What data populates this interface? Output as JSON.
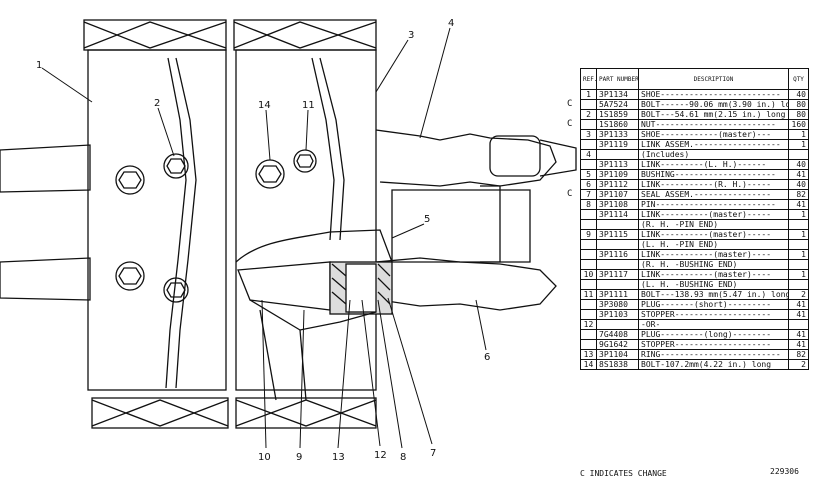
{
  "table": {
    "headers": {
      "ref": "REF. NO.",
      "part": "PART NUMBER",
      "desc": "DESCRIPTION",
      "qty": "QTY"
    },
    "rows": [
      {
        "ref": "1",
        "change": "",
        "part": "3P1134",
        "desc": "SHOE-------------------------",
        "qty": "40"
      },
      {
        "ref": "",
        "change": "C",
        "part": "5A7524",
        "desc": "BOLT------90.06 mm(3.90 in.) long",
        "qty": "80"
      },
      {
        "ref": "2",
        "change": "",
        "part": "1S1859",
        "desc": "BOLT---54.61 mm(2.15 in.) long",
        "qty": "80"
      },
      {
        "ref": "",
        "change": "C",
        "part": "1S1860",
        "desc": "NUT-------------------------",
        "qty": "160"
      },
      {
        "ref": "3",
        "change": "",
        "part": "3P1133",
        "desc": "SHOE------------(master)---",
        "qty": "1"
      },
      {
        "ref": "",
        "change": "",
        "part": "3P1119",
        "desc": "LINK ASSEM.------------------",
        "qty": "1"
      },
      {
        "ref": "4",
        "change": "",
        "part": "",
        "desc": "(Includes)",
        "qty": ""
      },
      {
        "ref": "",
        "change": "",
        "part": "3P1113",
        "desc": "LINK---------(L. H.)------",
        "qty": "40"
      },
      {
        "ref": "5",
        "change": "",
        "part": "3P1109",
        "desc": "BUSHING---------------------",
        "qty": "41"
      },
      {
        "ref": "6",
        "change": "",
        "part": "3P1112",
        "desc": "LINK-----------(R. H.)-----",
        "qty": "40"
      },
      {
        "ref": "7",
        "change": "C",
        "part": "3P1107",
        "desc": "SEAL ASSEM.----------------",
        "qty": "82"
      },
      {
        "ref": "8",
        "change": "",
        "part": "3P1108",
        "desc": "PIN-------------------------",
        "qty": "41"
      },
      {
        "ref": "",
        "change": "",
        "part": "3P1114",
        "desc": "LINK----------(master)-----",
        "qty": "1"
      },
      {
        "ref": "",
        "change": "",
        "part": "",
        "desc": "(R. H. -PIN END)",
        "qty": ""
      },
      {
        "ref": "9",
        "change": "",
        "part": "3P1115",
        "desc": "LINK----------(master)-----",
        "qty": "1"
      },
      {
        "ref": "",
        "change": "",
        "part": "",
        "desc": "(L. H. -PIN END)",
        "qty": ""
      },
      {
        "ref": "",
        "change": "",
        "part": "3P1116",
        "desc": "LINK-----------(master)----",
        "qty": "1"
      },
      {
        "ref": "",
        "change": "",
        "part": "",
        "desc": "(R. H. -BUSHING END)",
        "qty": ""
      },
      {
        "ref": "10",
        "change": "",
        "part": "3P1117",
        "desc": "LINK-----------(master)----",
        "qty": "1"
      },
      {
        "ref": "",
        "change": "",
        "part": "",
        "desc": "(L. H. -BUSHING END)",
        "qty": ""
      },
      {
        "ref": "11",
        "change": "",
        "part": "3P1111",
        "desc": "BOLT---138.93 mm(5.47 in.) long",
        "qty": "2"
      },
      {
        "ref": "",
        "change": "",
        "part": "3P3080",
        "desc": "PLUG-------(short)---------",
        "qty": "41"
      },
      {
        "ref": "",
        "change": "",
        "part": "3P1103",
        "desc": "STOPPER--------------------",
        "qty": "41"
      },
      {
        "ref": "12",
        "change": "",
        "part": "",
        "desc": "-OR-",
        "qty": ""
      },
      {
        "ref": "",
        "change": "",
        "part": "7G4408",
        "desc": "PLUG---------(long)--------",
        "qty": "41"
      },
      {
        "ref": "",
        "change": "",
        "part": "9G1642",
        "desc": "STOPPER--------------------",
        "qty": "41"
      },
      {
        "ref": "13",
        "change": "",
        "part": "3P1104",
        "desc": "RING-------------------------",
        "qty": "82"
      },
      {
        "ref": "14",
        "change": "",
        "part": "8S1838",
        "desc": "BOLT-107.2mm(4.22 in.) long",
        "qty": "2"
      }
    ]
  },
  "footer": {
    "change_note": "C INDICATES CHANGE",
    "figure_number": "229306"
  },
  "callouts": [
    "1",
    "2",
    "3",
    "4",
    "5",
    "6",
    "7",
    "8",
    "9",
    "10",
    "11",
    "12",
    "13",
    "14"
  ]
}
